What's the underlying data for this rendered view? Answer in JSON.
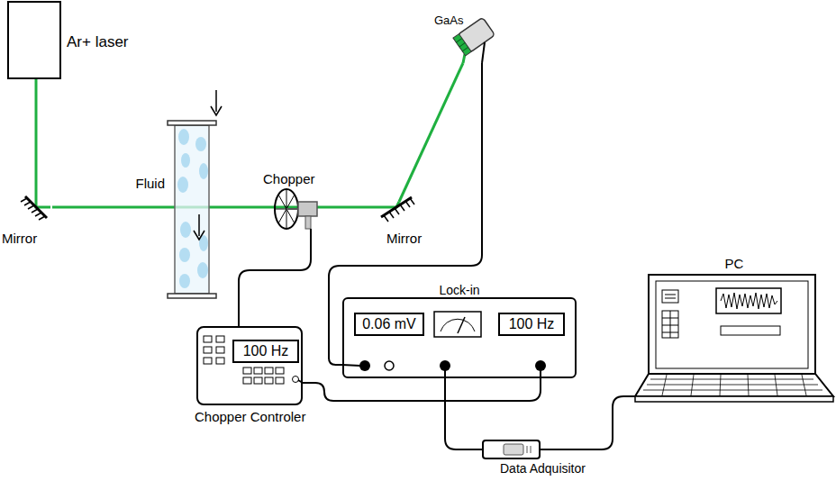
{
  "diagram": {
    "nodes": [
      {
        "text": [
          "Ar+ laser"
        ]
      },
      {
        "text": [
          "Mirror"
        ]
      },
      {
        "text": [
          "Fluid"
        ]
      },
      {
        "text": [
          "Chopper"
        ]
      },
      {
        "text": [
          "Mirror"
        ]
      },
      {
        "text": [
          "GaAs"
        ]
      },
      {
        "text": [
          "Lock-in"
        ]
      },
      {
        "text": [
          "0.06 mV"
        ],
        "in": 6
      },
      {
        "text": [
          "100 Hz"
        ],
        "in": 6
      },
      {
        "text": [
          "Chopper Controler"
        ]
      },
      {
        "text": [
          "100 Hz"
        ],
        "in": 9
      },
      {
        "text": [
          "PC"
        ]
      },
      {
        "text": [
          "Data Adquisitor"
        ]
      }
    ],
    "edges": [
      {
        "from": 0,
        "to": 1,
        "arrow": "none"
      },
      {
        "from": 1,
        "to": 2,
        "arrow": "none"
      },
      {
        "from": 2,
        "to": 3,
        "arrow": "none"
      },
      {
        "from": 3,
        "to": 4,
        "arrow": "none"
      },
      {
        "from": 4,
        "to": 5,
        "arrow": "none"
      },
      {
        "from": 3,
        "to": 9,
        "arrow": "none"
      },
      {
        "from": 5,
        "to": 6,
        "arrow": "none"
      },
      {
        "from": 9,
        "to": 6,
        "arrow": "none"
      },
      {
        "from": 6,
        "to": 12,
        "arrow": "none"
      },
      {
        "from": 12,
        "to": 11,
        "arrow": "none"
      }
    ]
  }
}
